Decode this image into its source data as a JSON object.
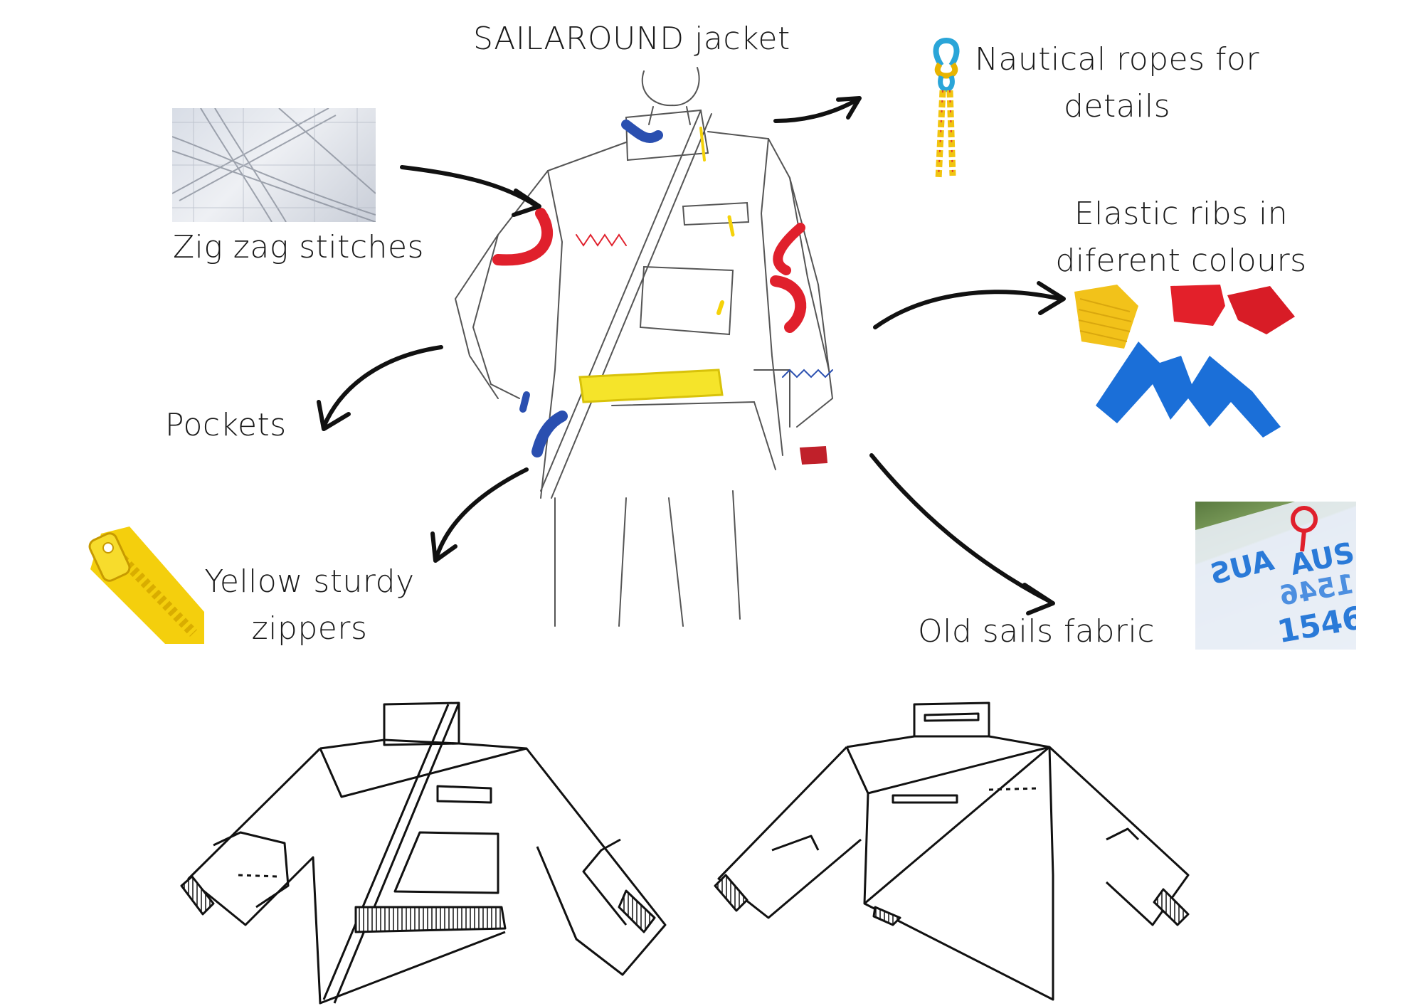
{
  "title": "SAILAROUND jacket",
  "labels": {
    "zigzag": "Zig zag stitches",
    "pockets": "Pockets",
    "zippers_line1": "Yellow sturdy",
    "zippers_line2": "zippers",
    "ropes_line1": "Nautical ropes for",
    "ropes_line2": "details",
    "ribs_line1": "Elastic ribs in",
    "ribs_line2": "diferent colours",
    "sails": "Old sails fabric"
  },
  "sail_photo_text": {
    "country_top": "AUS",
    "number_top": "1546",
    "country_mirrored": "AUS",
    "number_mirrored": "1546"
  },
  "colors": {
    "red": "#e0202c",
    "blue": "#2a4fb0",
    "yellow": "#f5d20a",
    "rib_blue": "#1a6fd6",
    "sail_text_blue": "#2a7ad8"
  }
}
